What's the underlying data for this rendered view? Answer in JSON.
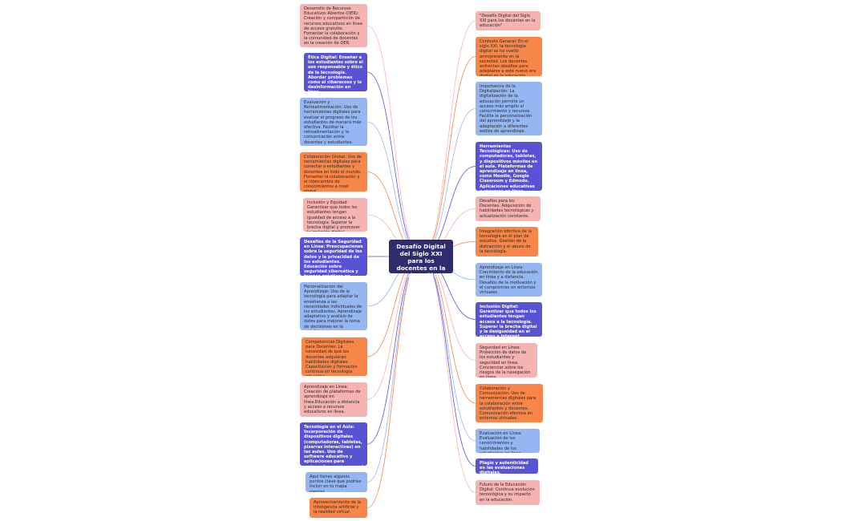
{
  "center": "Desafío Digital del Siglo XXI para los docentes en la educación",
  "left_nodes": [
    {
      "text": "Desarrollo de Recursos Educativos Abiertos (OER): Creación y compartición de recursos educativos en línea de acceso gratuito. Fomentar la colaboración y la comunidad de docentes en la creación de OER.",
      "color": "pink"
    },
    {
      "text": "Ética Digital: Enseñar a los estudiantes sobre el uso responsable y ético de la tecnología. Abordar problemas como el ciberacoso y la desinformación en línea.",
      "color": "purple"
    },
    {
      "text": "Evaluación y Retroalimentación: Uso de herramientas digitales para evaluar el progreso de los estudiantes de manera más efectiva. Facilitar la retroalimentación y la comunicación entre docentes y estudiantes.",
      "color": "blue"
    },
    {
      "text": "Colaboración Global: Uso de herramientas digitales para conectar a estudiantes y docentes en todo el mundo. Fomentar la colaboración y el intercambio de conocimientos a nivel global.",
      "color": "orange"
    },
    {
      "text": "Inclusión y Equidad: Garantizar que todos los estudiantes tengan igualdad de acceso a la tecnología. Superar la brecha digital y promover la inclusión digital.",
      "color": "pink"
    },
    {
      "text": "Desafíos de la Seguridad en Línea: Preocupaciones sobre la seguridad de los datos y la privacidad de los estudiantes. Educación sobre seguridad cibernética y buenas prácticas en línea.",
      "color": "purple"
    },
    {
      "text": "Personalización del Aprendizaje: Uso de la tecnología para adaptar la enseñanza a las necesidades individuales de los estudiantes. Aprendizaje adaptativo y análisis de datos para mejorar la toma de decisiones en la enseñanza.",
      "color": "blue"
    },
    {
      "text": "Competencias Digitales para Docentes: La necesidad de que los docentes adquieran habilidades digitales. Capacitación y formación continua en tecnología educativa.",
      "color": "orange"
    },
    {
      "text": "Aprendizaje en Línea: Creación de plataformas de aprendizaje en línea.Educación a distancia y acceso a recursos educativos en línea.",
      "color": "pink"
    },
    {
      "text": "Tecnología en el Aula: Incorporación de dispositivos digitales (computadoras, tabletas, pizarras interactivas) en las aulas. Uso de software educativo y aplicaciones para mejorar la enseñanza y el aprendizaje.",
      "color": "purple"
    },
    {
      "text": "Aquí tienes algunos puntos clave que podrías incluir en tu mapa mental:",
      "color": "blue"
    },
    {
      "text": "Aprovechamiento de la inteligencia artificial y la realidad virtual.",
      "color": "orange"
    }
  ],
  "right_nodes": [
    {
      "text": "\"Desafío Digital del Siglo XXI para los docentes en la educación\"",
      "color": "pink"
    },
    {
      "text": "Contexto General: En el siglo XXI, la tecnología digital se ha vuelto omnipresente en la sociedad. Los docentes enfrentan desafíos para adaptarse a este nuevo era digital en la educación.",
      "color": "orange"
    },
    {
      "text": "Importancia de la Digitalización: La digitalización de la educación permite un acceso más amplio al conocimiento y recursos. Facilita la personalización del aprendizaje y la adaptación a diferentes estilos de aprendizaje.",
      "color": "blue"
    },
    {
      "text": "Herramientas Tecnológicas: Uso de computadoras, tabletas, y dispositivos móviles en el aula. Plataformas de aprendizaje en línea, como Moodle, Google Classroom y Edmodo. Aplicaciones educativas y recursos en línea.",
      "color": "purple"
    },
    {
      "text": "Desafíos para los Docentes: Adquisición de habilidades tecnológicas y actualización constante.",
      "color": "pink"
    },
    {
      "text": "Integración efectiva de la tecnología en el plan de estudios. Gestión de la distracción y el abuso de la tecnología.",
      "color": "orange"
    },
    {
      "text": "Aprendizaje en Línea: Crecimiento de la educación en línea y a distancia. Desafíos de la motivación y el compromiso en entornos virtuales.",
      "color": "blue"
    },
    {
      "text": "Inclusión Digital: Garantizar que todos los estudiantes tengan acceso a la tecnología. Superar la brecha digital y la desigualdad en el acceso a Internet.",
      "color": "purple"
    },
    {
      "text": "Seguridad en Línea: Protección de datos de los estudiantes y seguridad en línea. Concienciar sobre los riesgos de la navegación en línea.",
      "color": "pink"
    },
    {
      "text": "Colaboración y Comunicación: Uso de herramientas digitales para la colaboración entre estudiantes y docentes. Comunicación efectiva en entornos virtuales.",
      "color": "orange"
    },
    {
      "text": "Evaluación en Línea: Evaluación de los conocimientos y habilidades de los estudiantes en línea.",
      "color": "blue"
    },
    {
      "text": "Plagio y autenticidad en las evaluaciones digitales.",
      "color": "purple"
    },
    {
      "text": "Futuro de la Educación Digital: Continua evolución tecnológica y su impacto en la educación.",
      "color": "pink"
    }
  ],
  "colors": {
    "pink": "#f7b2b2",
    "orange": "#f78648",
    "blue": "#94b6f2",
    "purple": "#5a52d4",
    "center": "#2e2c6e"
  }
}
